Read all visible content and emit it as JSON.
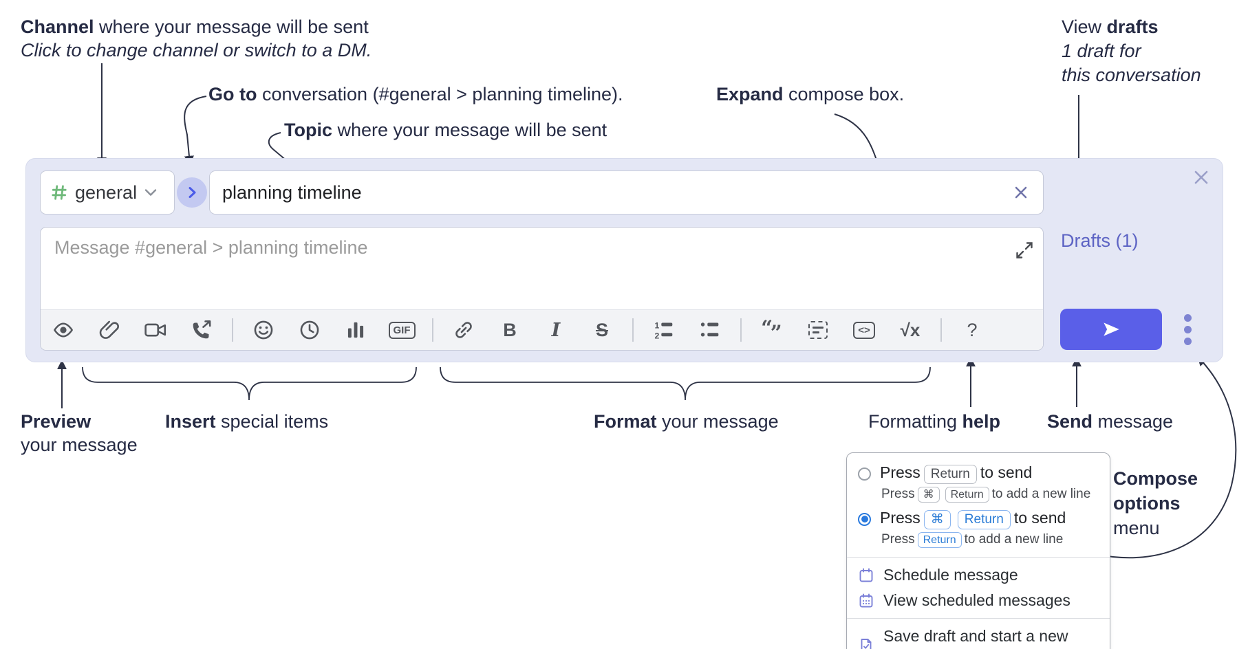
{
  "colors": {
    "annotation_text": "#262b44",
    "connector": "#2e3346",
    "compose_bg": "#e4e7f5",
    "hash_green": "#6fb97a",
    "goto_blue": "#4a5be8",
    "goto_circle_bg": "#c3c9f1",
    "clear_x": "#7276ab",
    "close_x": "#9ba0c9",
    "placeholder": "#9b9b9b",
    "toolbar_icon": "#53565c",
    "drafts_link": "#5d64c4",
    "send_button_bg": "#5a5fe8",
    "dots": "#7e84d2",
    "radio_selected": "#2a7ade",
    "kbd_blue": "#2b7cd6",
    "menu_icon_purple": "#7b80d8"
  },
  "annotations": {
    "channel": {
      "bold": "Channel",
      "rest": " where your message will be sent",
      "sub": "Click to change channel or switch to a DM."
    },
    "goto": {
      "bold": "Go to",
      "rest": " conversation (#general > planning timeline)."
    },
    "topic": {
      "bold": "Topic",
      "rest": " where your message will be sent"
    },
    "expand": {
      "bold": "Expand",
      "rest": " compose box."
    },
    "view_drafts": {
      "pre": "View ",
      "bold": "drafts",
      "line2": "1 draft for",
      "line3": "this conversation"
    },
    "preview": {
      "bold": "Preview",
      "line2": "your message"
    },
    "insert": {
      "bold": "Insert",
      "rest": " special items"
    },
    "format": {
      "bold": "Format",
      "rest": " your message"
    },
    "help": {
      "pre": "Formatting ",
      "bold": "help"
    },
    "send": {
      "bold": "Send",
      "rest": " message"
    },
    "compose_options": {
      "bold1": "Compose",
      "bold2": "options",
      "line3": "menu"
    }
  },
  "compose": {
    "channel": "general",
    "topic_value": "planning timeline",
    "message_placeholder": "Message #general > planning timeline",
    "drafts_link": "Drafts (1)",
    "icon_names": [
      "hash-icon",
      "chevron-down-icon",
      "go-to-conversation-icon",
      "clear-topic-icon",
      "close-compose-icon",
      "expand-compose-icon",
      "send-icon",
      "overflow-menu-icon"
    ],
    "toolbar": {
      "gif_label": "GIF",
      "bold_label": "B",
      "italic_label": "I",
      "strike_label": "S",
      "code_label": "<>",
      "math_label": "√x",
      "help_label": "?",
      "icon_names": [
        "preview-eye",
        "attach-file",
        "video-call",
        "voice-call",
        "emoji",
        "schedule-time",
        "poll",
        "gif",
        "link",
        "bold",
        "italic",
        "strikethrough",
        "numbered-list",
        "bulleted-list",
        "quote",
        "spoiler",
        "code",
        "math",
        "formatting-help"
      ]
    }
  },
  "menu": {
    "options": [
      {
        "selected": false,
        "press": "Press",
        "key1": "Return",
        "after": "to send",
        "sub_press": "Press",
        "sub_key1": "⌘",
        "sub_key2": "Return",
        "sub_after": "to add a new line"
      },
      {
        "selected": true,
        "press": "Press",
        "key1": "⌘",
        "key2": "Return",
        "after": "to send",
        "sub_press": "Press",
        "sub_key1": "Return",
        "sub_after": "to add a new line"
      }
    ],
    "items": [
      {
        "icon": "calendar-icon",
        "label": "Schedule message"
      },
      {
        "icon": "calendar-grid-icon",
        "label": "View scheduled messages"
      },
      {
        "icon": "save-draft-icon",
        "label": "Save draft and start a new message"
      }
    ]
  }
}
